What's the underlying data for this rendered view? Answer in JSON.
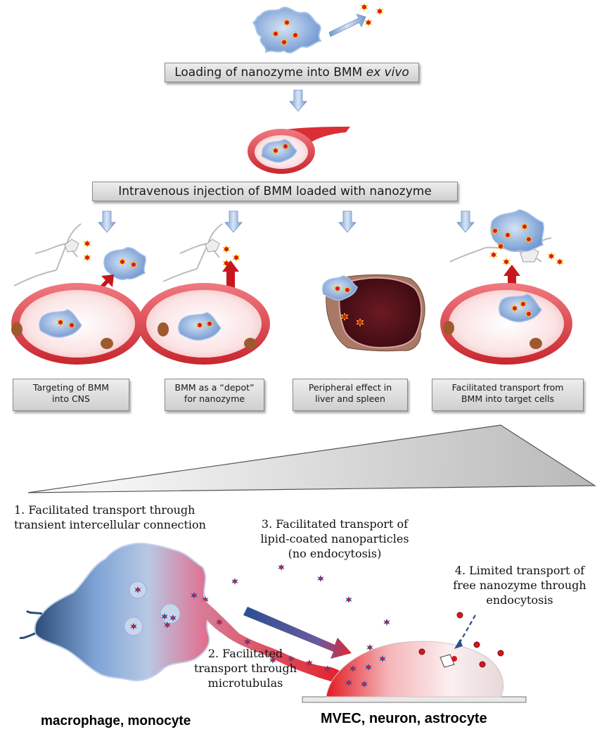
{
  "steps": {
    "loading_prefix": "Loading of nanozyme into BMM ",
    "loading_italic": "ex vivo",
    "injection": "Intravenous injection of BMM loaded with nanozyme"
  },
  "outcomes": [
    {
      "line1": "Targeting of BMM",
      "line2": "into CNS"
    },
    {
      "line1": "BMM as a “depot”",
      "line2": "for nanozyme"
    },
    {
      "line1": "Peripheral effect in",
      "line2": "liver and spleen"
    },
    {
      "line1": "Facilitated transport from",
      "line2": "BMM into target cells"
    }
  ],
  "mechanisms": [
    {
      "line1": "1. Facilitated transport through",
      "line2": "transient intercellular connection"
    },
    {
      "line1": "2. Facilitated",
      "line2": "transport through",
      "line3": "microtubulas"
    },
    {
      "line1": "3. Facilitated transport of",
      "line2": "lipid-coated nanoparticles",
      "line3": "(no endocytosis)"
    },
    {
      "line1": "4. Limited transport of",
      "line2": "free nanozyme through",
      "line3": "endocytosis"
    }
  ],
  "cells": {
    "left": "macrophage, monocyte",
    "right": "MVEC, neuron, astrocyte"
  },
  "colors": {
    "macrophage": "#7fa6d8",
    "vessel": "#e0444a",
    "nanozyme": "#e01818",
    "arrow": "#9dbbe3",
    "particle": "#2f4fa8"
  }
}
